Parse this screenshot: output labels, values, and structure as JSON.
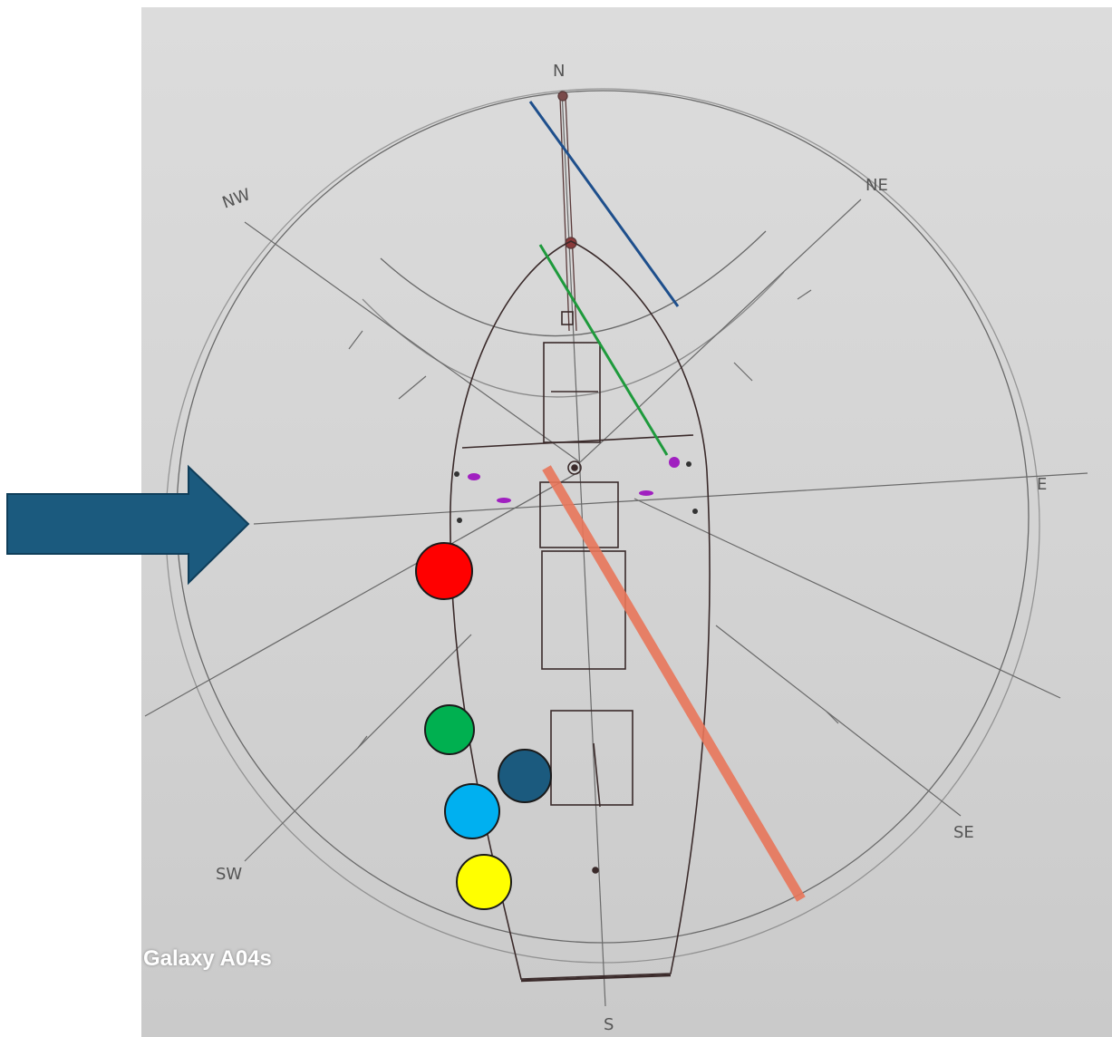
{
  "compass": {
    "labels": {
      "n": "N",
      "ne": "NE",
      "e": "E",
      "se": "SE",
      "s": "S",
      "sw": "SW",
      "nw": "NW"
    }
  },
  "watermark": "Galaxy A04s",
  "colors": {
    "pencil": "#5a5a5a",
    "hull": "#3a2a2a",
    "wind_arrow": "#1b5a7e",
    "blue_line": "#1e4f8c",
    "green_line": "#1e9a3c",
    "orange_line": "#e8765a",
    "red_dot": "#ff0000",
    "green_dot": "#00b050",
    "dark_blue_dot": "#1b5a7e",
    "light_blue_dot": "#00b0f0",
    "yellow_dot": "#ffff00",
    "purple_marks": "#a020c0"
  },
  "markers": [
    {
      "name": "red-crew-dot",
      "color_key": "red_dot"
    },
    {
      "name": "green-crew-dot",
      "color_key": "green_dot"
    },
    {
      "name": "dark-blue-crew-dot",
      "color_key": "dark_blue_dot"
    },
    {
      "name": "light-blue-crew-dot",
      "color_key": "light_blue_dot"
    },
    {
      "name": "yellow-crew-dot",
      "color_key": "yellow_dot"
    }
  ]
}
